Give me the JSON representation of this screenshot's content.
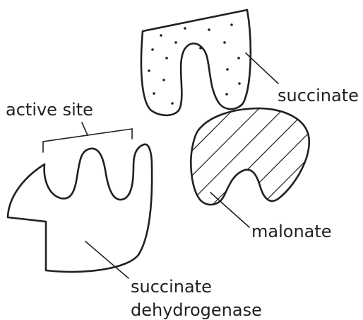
{
  "labels": {
    "active_site": "active site",
    "succinate": "succinate",
    "malonate": "malonate",
    "enzyme_line1": "succinate",
    "enzyme_line2": "dehydrogenase"
  },
  "colors": {
    "ink": "#231f20",
    "background": "#ffffff"
  }
}
